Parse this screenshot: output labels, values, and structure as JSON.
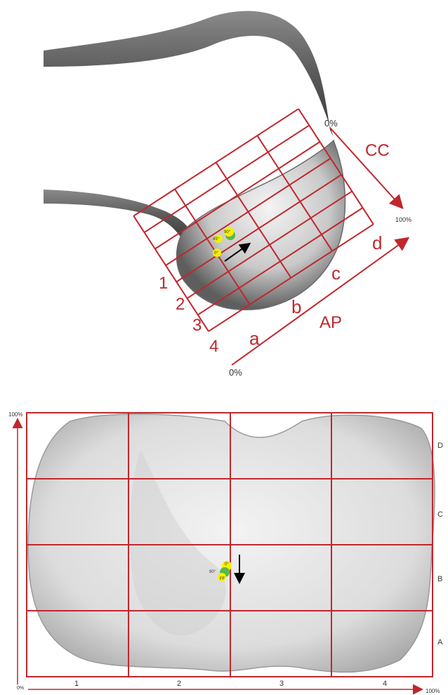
{
  "colors": {
    "grid": "#c0272d",
    "marker_yellow": "#f4f000",
    "marker_green": "#58b848",
    "arrow": "#000000"
  },
  "top_figure": {
    "cc_label": "CC",
    "cc_start": "0%",
    "cc_end": "100%",
    "ap_label": "AP",
    "ap_start": "0%",
    "numbers": [
      "1",
      "2",
      "3",
      "4"
    ],
    "letters": [
      "a",
      "b",
      "c",
      "d"
    ],
    "markers": {
      "m45": "45°",
      "m90": "90°",
      "m0": "0°"
    }
  },
  "bottom_figure": {
    "y_top": "100%",
    "x_end": "100%",
    "origin": "0%",
    "columns": [
      "1",
      "2",
      "3",
      "4"
    ],
    "rows": [
      "D",
      "C",
      "B",
      "A"
    ],
    "markers": {
      "m0": "0°",
      "m90": "90°",
      "mff": "FF"
    }
  }
}
